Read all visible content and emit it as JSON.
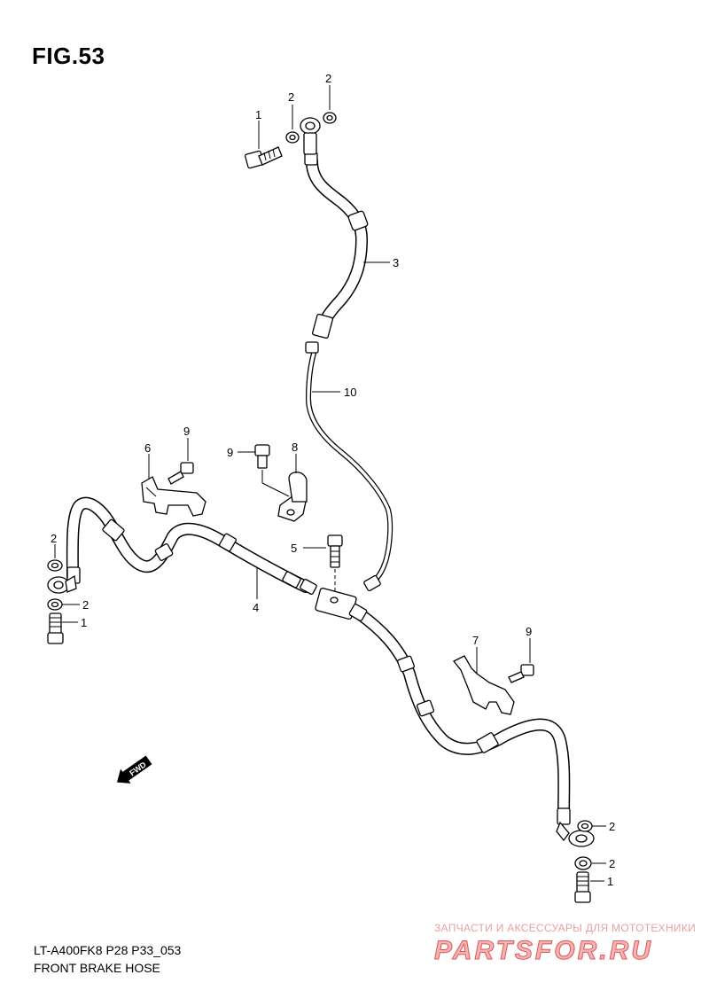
{
  "figure": {
    "title": "FIG.53",
    "model_code": "LT-A400FK8 P28 P33_053",
    "name": "FRONT BRAKE  HOSE"
  },
  "callouts": {
    "top_bolt": "1",
    "top_washer_left": "2",
    "top_washer_right": "2",
    "upper_hose": "3",
    "main_hose": "4",
    "joint_bolt": "5",
    "left_bracket": "6",
    "right_bracket": "7",
    "clamp": "8",
    "left_bracket_bolt": "9",
    "clamp_bolt": "9",
    "right_bracket_bolt": "9",
    "pipe": "10",
    "left_washer_top": "2",
    "left_washer_bottom": "2",
    "left_bolt": "1",
    "right_washer_top": "2",
    "right_washer_bottom": "2",
    "right_bolt": "1"
  },
  "direction_marker": "FWD",
  "watermark": {
    "tagline": "ЗАПЧАСТИ И АКСЕССУАРЫ ДЛЯ МОТОТЕХНИКИ",
    "brand": "PARTSFOR.RU"
  },
  "colors": {
    "line": "#000000",
    "background": "#ffffff",
    "watermark": "#e25555"
  }
}
